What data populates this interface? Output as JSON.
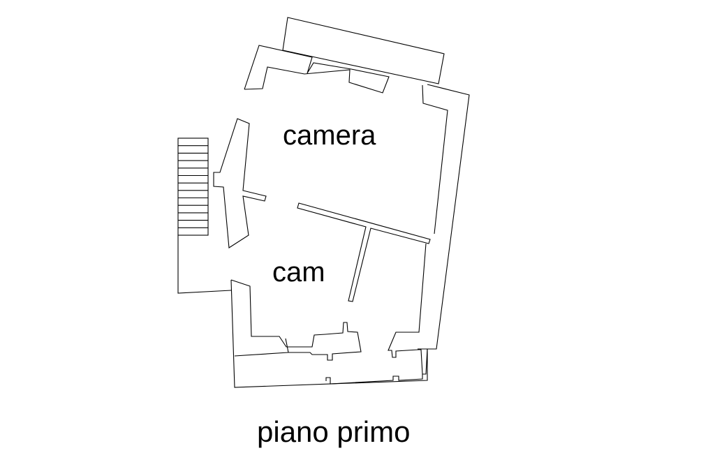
{
  "plan": {
    "floor_label": "piano primo",
    "rooms": [
      {
        "id": "camera",
        "label": "camera"
      },
      {
        "id": "cam",
        "label": "cam"
      }
    ],
    "stair_steps": 13,
    "line_color": "#000000",
    "background_color": "#ffffff"
  }
}
